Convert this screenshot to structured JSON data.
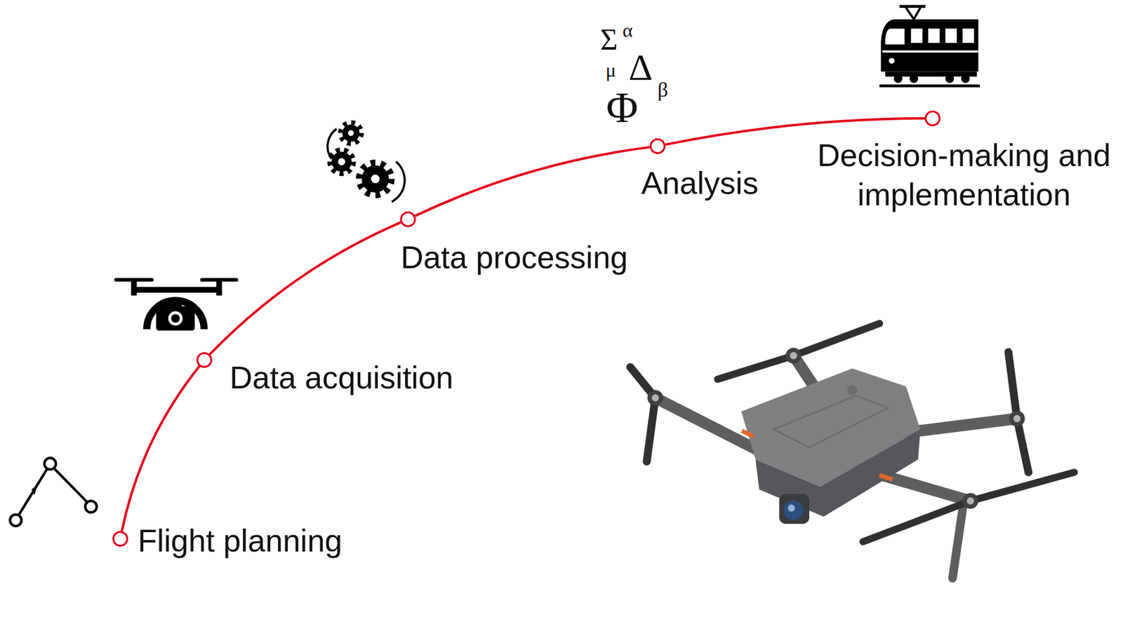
{
  "diagram": {
    "nodes": [
      {
        "text": [
          "Flight planning"
        ]
      },
      {
        "text": [
          "Data acquisition"
        ]
      },
      {
        "text": [
          "Data processing"
        ]
      },
      {
        "text": [
          "Analysis"
        ]
      },
      {
        "text": [
          "Decision-making and implementation"
        ]
      }
    ],
    "edges": [
      {
        "from": 0,
        "to": 1,
        "arrow": "none"
      },
      {
        "from": 1,
        "to": 2,
        "arrow": "none"
      },
      {
        "from": 2,
        "to": 3,
        "arrow": "none"
      },
      {
        "from": 3,
        "to": 4,
        "arrow": "none"
      }
    ],
    "labels": [
      "Σ",
      "α",
      "μ",
      "Δ",
      "Φ",
      "β"
    ]
  }
}
